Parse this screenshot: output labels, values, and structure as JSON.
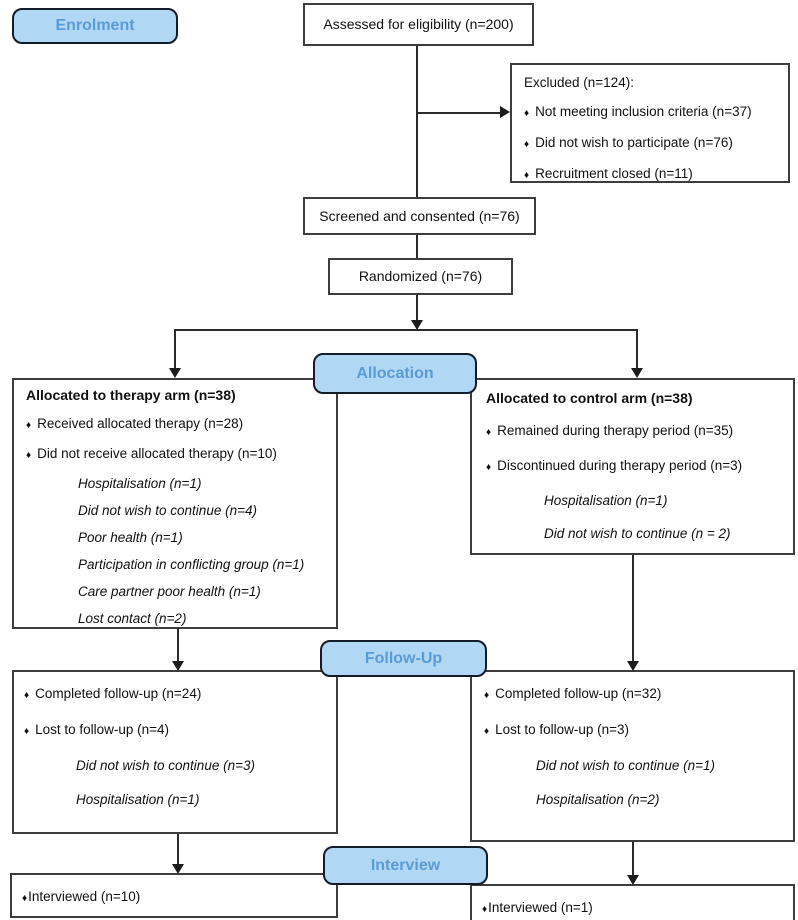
{
  "colors": {
    "label_fill": "#b0d7f3",
    "label_border": "#151c29",
    "label_text": "#5b9bd5",
    "box_border": "#3d3d3d"
  },
  "bullet_glyph": "♦",
  "stage_labels": {
    "enrolment": "Enrolment",
    "allocation": "Allocation",
    "follow_up": "Follow-Up",
    "interview": "Interview"
  },
  "boxes": {
    "assessed": {
      "text": "Assessed for eligibility (n=200)"
    },
    "excluded": {
      "title": "Excluded (n=124):",
      "items": [
        "Not meeting inclusion criteria (n=37)",
        "Did not wish to participate (n=76)",
        "Recruitment closed (n=11)"
      ]
    },
    "screened": {
      "text": "Screened and consented (n=76)"
    },
    "randomized": {
      "text": "Randomized (n=76)"
    },
    "therapy_arm": {
      "title": "Allocated to therapy arm (n=38)",
      "bullets": [
        "Received allocated therapy (n=28)",
        "Did not receive allocated therapy (n=10)"
      ],
      "sub_items": [
        "Hospitalisation (n=1)",
        "Did not wish to continue (n=4)",
        "Poor health (n=1)",
        "Participation in conflicting group (n=1)",
        "Care partner poor health (n=1)",
        "Lost contact (n=2)"
      ]
    },
    "control_arm": {
      "title": "Allocated to control arm (n=38)",
      "bullets": [
        "Remained during therapy period (n=35)",
        "Discontinued during therapy period (n=3)"
      ],
      "sub_items": [
        "Hospitalisation (n=1)",
        "Did not wish to continue (n = 2)"
      ]
    },
    "therapy_followup": {
      "bullets": [
        "Completed follow-up (n=24)",
        "Lost to follow-up (n=4)"
      ],
      "sub_items": [
        "Did not wish to continue (n=3)",
        "Hospitalisation (n=1)"
      ]
    },
    "control_followup": {
      "bullets": [
        "Completed follow-up (n=32)",
        "Lost to follow-up (n=3)"
      ],
      "sub_items": [
        "Did not wish to continue (n=1)",
        "Hospitalisation (n=2)"
      ]
    },
    "therapy_interview": {
      "bullets": [
        "Interviewed (n=10)"
      ]
    },
    "control_interview": {
      "bullets": [
        "Interviewed (n=1)"
      ]
    }
  }
}
